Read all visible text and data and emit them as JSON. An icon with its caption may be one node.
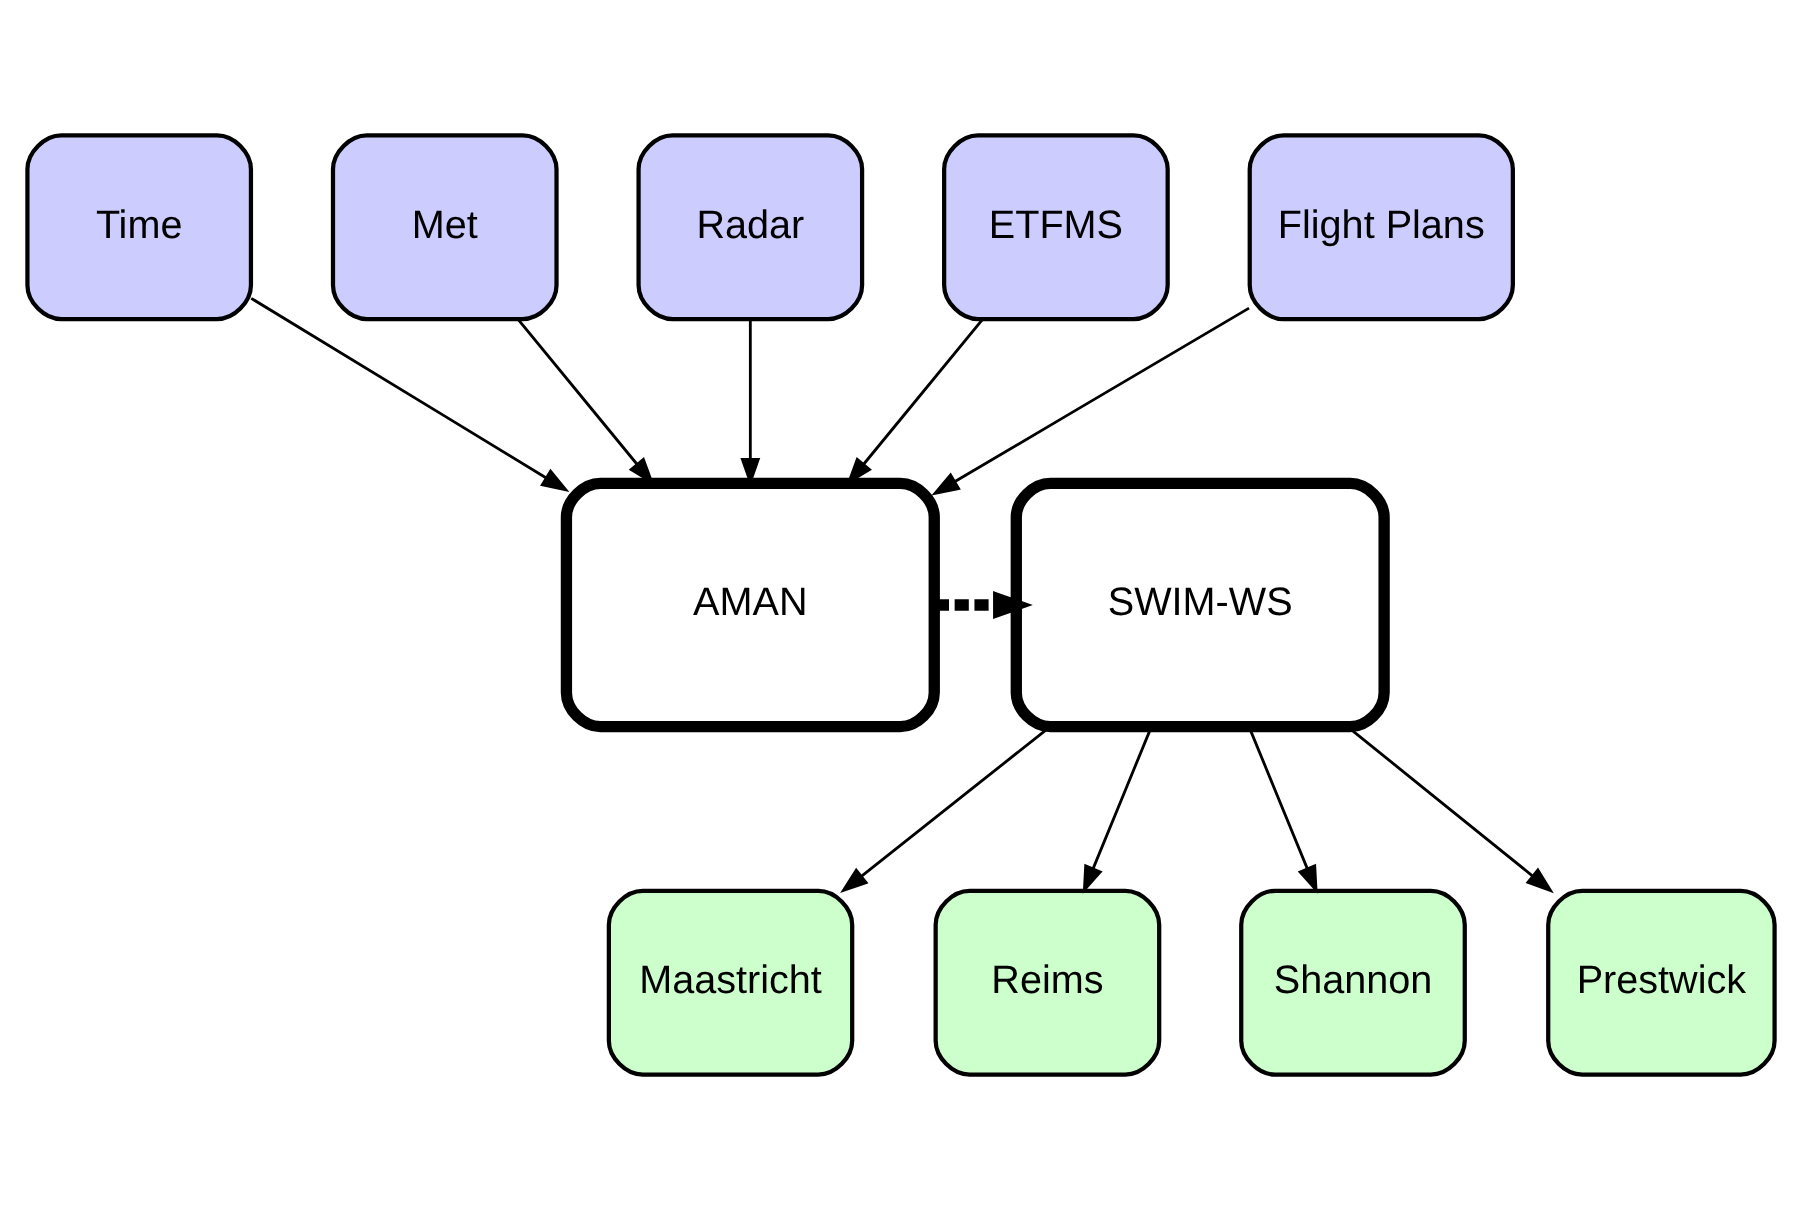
{
  "diagram": {
    "nodes": [
      {
        "text": [
          "Time"
        ]
      },
      {
        "text": [
          "Met"
        ]
      },
      {
        "text": [
          "Radar"
        ]
      },
      {
        "text": [
          "ETFMS"
        ]
      },
      {
        "text": [
          "Flight Plans"
        ]
      },
      {
        "text": [
          "AMAN"
        ]
      },
      {
        "text": [
          "SWIM-WS"
        ]
      },
      {
        "text": [
          "Maastricht"
        ]
      },
      {
        "text": [
          "Reims"
        ]
      },
      {
        "text": [
          "Shannon"
        ]
      },
      {
        "text": [
          "Prestwick"
        ]
      }
    ],
    "edges": [
      {
        "from": 0,
        "to": 5,
        "arrow": "to"
      },
      {
        "from": 1,
        "to": 5,
        "arrow": "to"
      },
      {
        "from": 2,
        "to": 5,
        "arrow": "to"
      },
      {
        "from": 3,
        "to": 5,
        "arrow": "to"
      },
      {
        "from": 4,
        "to": 5,
        "arrow": "to"
      },
      {
        "from": 5,
        "to": 6,
        "arrow": "to",
        "style": "dashed"
      },
      {
        "from": 6,
        "to": 7,
        "arrow": "to"
      },
      {
        "from": 6,
        "to": 8,
        "arrow": "to"
      },
      {
        "from": 6,
        "to": 9,
        "arrow": "to"
      },
      {
        "from": 6,
        "to": 10,
        "arrow": "to"
      }
    ]
  }
}
